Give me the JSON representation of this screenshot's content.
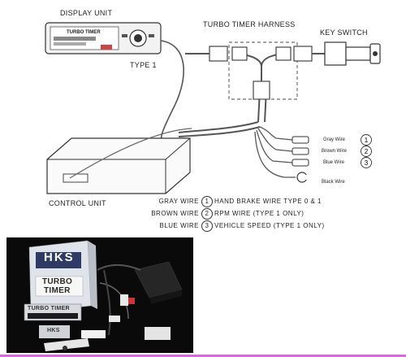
{
  "labels": {
    "display_unit": "DISPLAY UNIT",
    "turbo_timer_harness": "TURBO TIMER HARNESS",
    "key_switch": "KEY SWITCH",
    "type_1": "TYPE 1",
    "control_unit": "CONTROL UNIT",
    "display_logo": "TURBO TIMER",
    "gray_wire_tag": "Gray Wire",
    "brown_wire_tag": "Brown Wire",
    "blue_wire_tag": "Blue Wire",
    "black_wire_tag": "Black Wire"
  },
  "legend": [
    {
      "wire": "GRAY WIRE",
      "num": "1",
      "desc": "HAND BRAKE WIRE TYPE 0 & 1"
    },
    {
      "wire": "BROWN WIRE",
      "num": "2",
      "desc": "RPM WIRE (TYPE 1 ONLY)"
    },
    {
      "wire": "BLUE WIRE",
      "num": "3",
      "desc": "VEHICLE SPEED (TYPE 1 ONLY)"
    }
  ],
  "photo": {
    "box_brand": "HKS",
    "box_line1": "TURBO",
    "box_line2": "TIMER",
    "unit_logo": "TURBO TIMER",
    "unit_brand": "HKS"
  }
}
